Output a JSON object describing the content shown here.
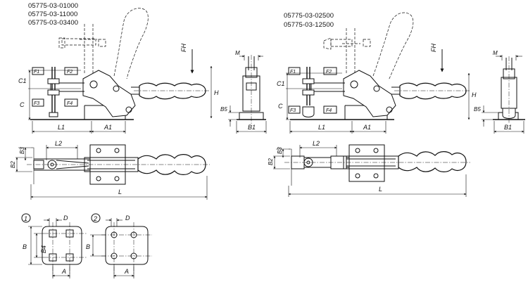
{
  "part_numbers": {
    "left": [
      "05775-03-01000",
      "05775-03-11000",
      "05775-03-03400"
    ],
    "right": [
      "05775-03-02500",
      "05775-03-12500"
    ]
  },
  "force_labels": [
    "F1",
    "F2",
    "F3",
    "F4"
  ],
  "dimensions": {
    "hold_force": "FH",
    "C1": "C1",
    "C": "C",
    "H": "H",
    "L1": "L1",
    "A1": "A1",
    "M": "M",
    "B5": "B5",
    "B1": "B1",
    "B3": "B3",
    "B2": "B2",
    "L2": "L2",
    "L": "L",
    "D": "D",
    "B": "B",
    "B4": "B4",
    "A": "A"
  },
  "base_variants": [
    "1",
    "2"
  ]
}
